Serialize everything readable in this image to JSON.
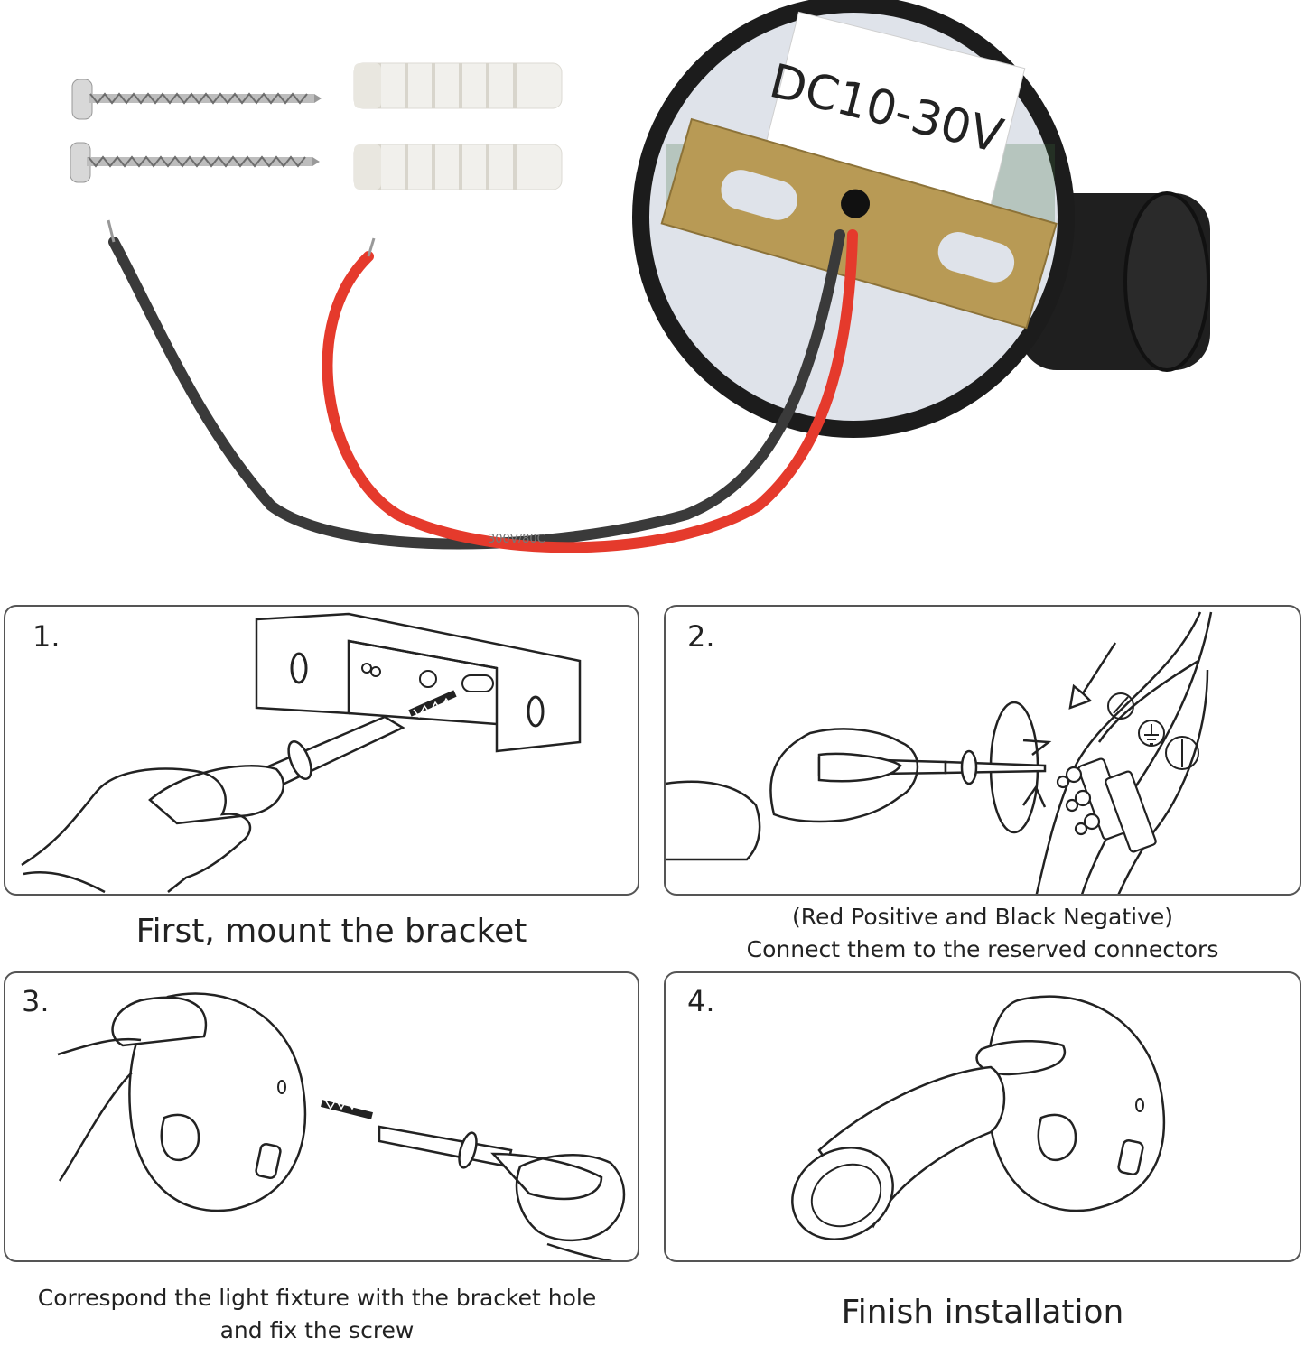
{
  "product": {
    "voltage_label": "DC10-30V",
    "wire_print": "300V/80C"
  },
  "steps": [
    {
      "number": "1.",
      "caption_lines": [
        "First, mount the bracket"
      ]
    },
    {
      "number": "2.",
      "caption_lines": [
        "(Red Positive and Black Negative)",
        "Connect them to the reserved connectors"
      ]
    },
    {
      "number": "3.",
      "caption_lines": [
        "Correspond the light fixture with the bracket hole",
        "and fix the screw"
      ]
    },
    {
      "number": "4.",
      "caption_lines": [
        "Finish installation"
      ]
    }
  ],
  "colors": {
    "red_wire": "#e53a2c",
    "black_wire": "#3a3a3a",
    "housing": "#1c1c1c",
    "bracket": "#b89a55",
    "plate": "#dfe3ea",
    "panel_border": "#555555"
  }
}
